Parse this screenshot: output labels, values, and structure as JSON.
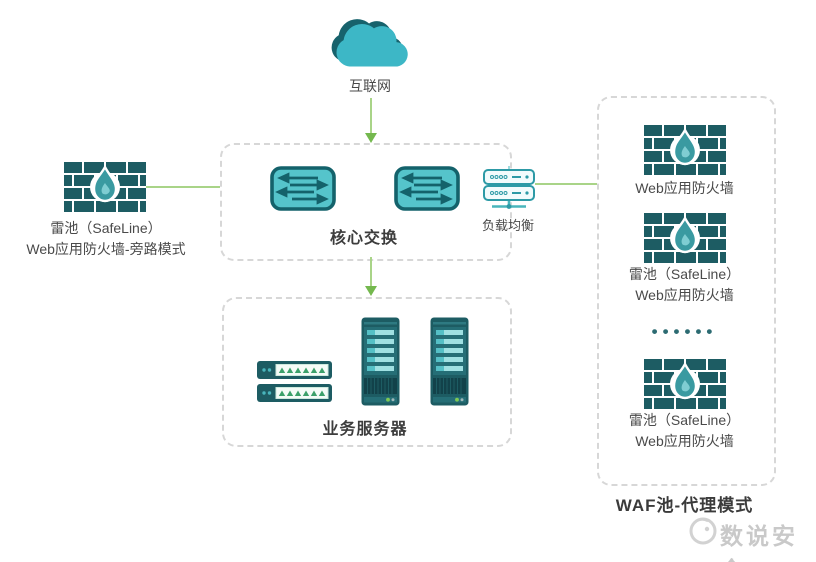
{
  "diagram": {
    "internet": {
      "label": "互联网"
    },
    "bypass_waf": {
      "line1": "雷池（SafeLine）",
      "line2": "Web应用防火墙-旁路模式"
    },
    "core_switch": {
      "label": "核心交换"
    },
    "load_balancer": {
      "label": "负载均衡"
    },
    "servers": {
      "label": "业务服务器"
    },
    "waf_pool": {
      "caption": "WAF池-代理模式",
      "dots": "••••••",
      "waf1": {
        "line1": "Web应用防火墙"
      },
      "waf2": {
        "line1": "雷池（SafeLine）",
        "line2": "Web应用防火墙"
      },
      "waf3": {
        "line1": "雷池（SafeLine）",
        "line2": "Web应用防火墙"
      }
    },
    "watermark": {
      "label": "数说安全"
    }
  },
  "icons": {
    "cloud-icon": "internet cloud (teal)",
    "firewall-icon": "brick wall with flame",
    "switch-icon": "network switch with bidirectional arrows",
    "load-balancer-icon": "stacked appliance with stand",
    "patch-panel-icon": "rack bar with port triangles",
    "server-tower-icon": "tower server",
    "watermark-logo-icon": "faint circular logo"
  },
  "colors": {
    "teal_dark": "#1d5c63",
    "teal_mid": "#2d9aa6",
    "teal_light": "#3db7c6",
    "switch_fill": "#55c4cb",
    "flame": "#3a9aa1",
    "green_line": "#a9d488",
    "green_arrow": "#74b84e",
    "port_green": "#3ba06a",
    "led_green": "#7dc855",
    "dashed_border": "#d7d7d7",
    "text": "#4a4a4a",
    "dots": "#2c6b72",
    "watermark": "#c9c9c9"
  }
}
